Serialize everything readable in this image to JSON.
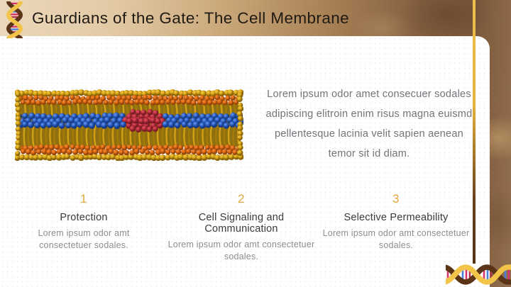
{
  "header": {
    "title": "Guardians of the Gate: The Cell Membrane"
  },
  "main": {
    "paragraph": "Lorem ipsum odor amet consecuer sodales adipiscing elitroin enim risus magna euismd pellentesque lacinia velit sapien aenean temor sit id diam.",
    "columns": [
      {
        "number": "1",
        "title": "Protection",
        "body": "Lorem ipsum odor amt consectetuer sodales."
      },
      {
        "number": "2",
        "title": "Cell Signaling and Communication",
        "body": "Lorem ipsum odor amt consectetuer sodales."
      },
      {
        "number": "3",
        "title": "Selective Permeability",
        "body": "Lorem ipsum odor amt consectetuer sodales."
      }
    ]
  },
  "icons": {
    "header_icon": "dna-double-helix-icon",
    "footer_icon": "dna-double-helix-horizontal-icon",
    "figure": "phospholipid-bilayer-illustration"
  },
  "colors": {
    "accent_gold": "#DFA63C",
    "title_text": "#1F1A14",
    "heading_text": "#3A3A3A",
    "column_body_text": "#8E8E8E",
    "paragraph_text": "#74747A",
    "dna_brown": "#5B3418",
    "dna_yellow": "#F2C44A",
    "rung_pink": "#D6336C",
    "rung_blue": "#4C7ED9",
    "rung_red": "#B03050",
    "membrane": {
      "gold": "#D9A61A",
      "gold_light": "#F4CC46",
      "gold_dark": "#8A6406",
      "orange": "#E06A10",
      "orange_light": "#F59040",
      "orange_dark": "#96450A",
      "blue": "#2F63CB",
      "blue_light": "#6E9CEA",
      "blue_dark": "#173B85",
      "red": "#C23040",
      "red_light": "#E25A68",
      "red_dark": "#791B26",
      "tail_light": "#D2A013",
      "tail_dark": "#A37B07",
      "tail_bg": "#8F6F0F"
    }
  }
}
